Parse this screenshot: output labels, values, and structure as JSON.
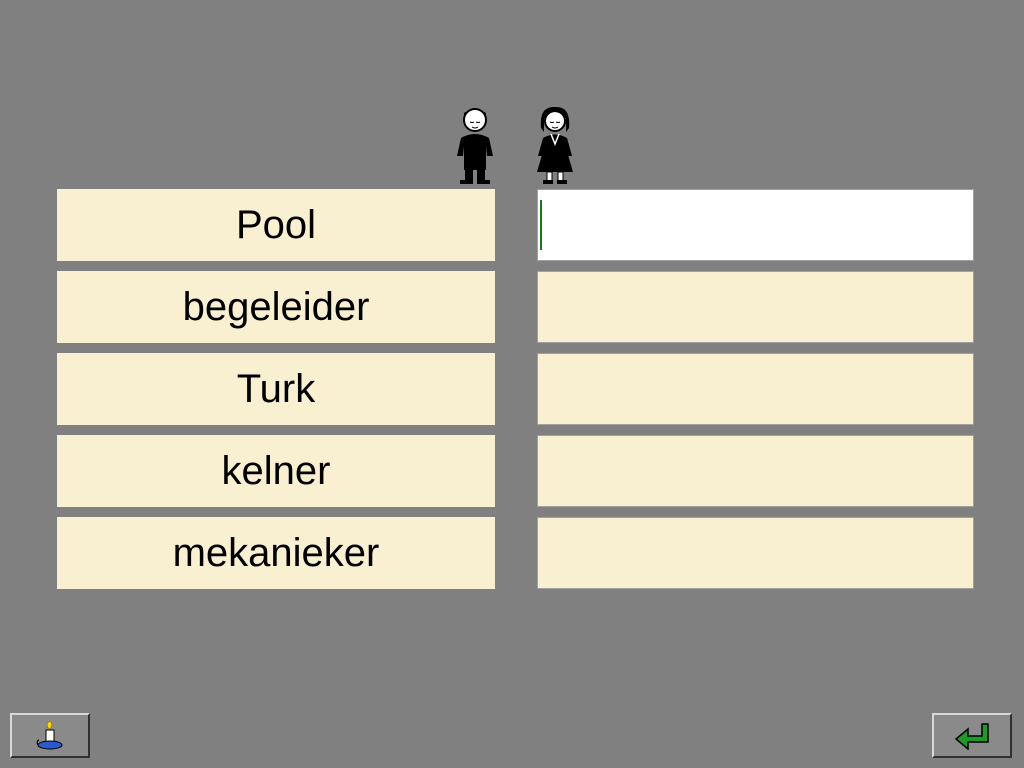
{
  "icons": {
    "male_figure": "male-person-icon",
    "female_figure": "female-person-icon",
    "help": "candle-icon",
    "submit": "enter-return-arrow-icon"
  },
  "words": [
    "Pool",
    "begeleider",
    "Turk",
    "kelner",
    "mekanieker"
  ],
  "answers": [
    "",
    "",
    "",
    "",
    ""
  ],
  "colors": {
    "background": "#808080",
    "cell": "#f8f0d0",
    "active_cell": "#ffffff",
    "caret": "#1a7a1a",
    "enter_arrow": "#1f9a2a"
  }
}
